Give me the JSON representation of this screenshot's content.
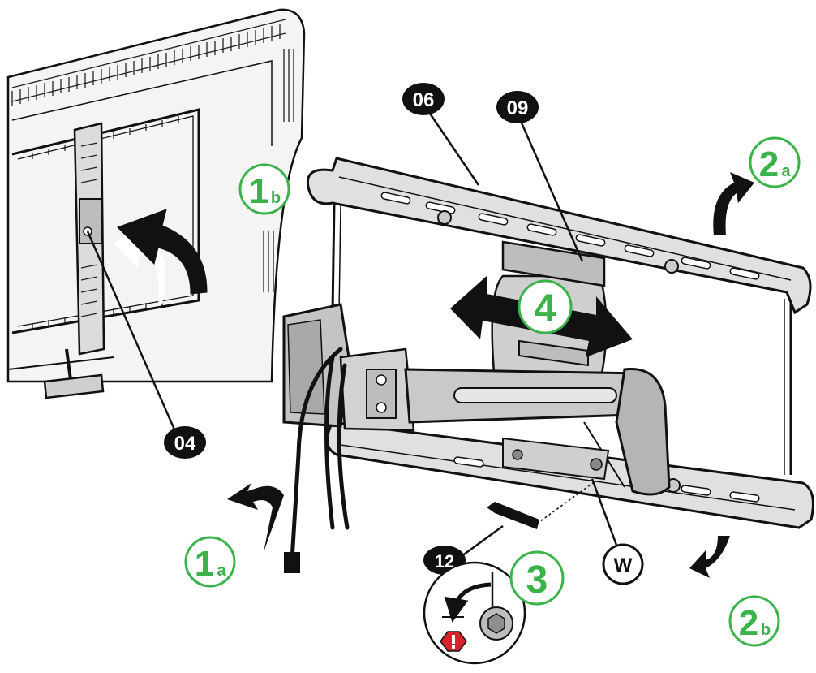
{
  "parts": {
    "p04": "04",
    "p06": "06",
    "p09": "09",
    "p12": "12",
    "pW": "W"
  },
  "steps": {
    "s1a": {
      "num": "1",
      "sub": "a"
    },
    "s1b": {
      "num": "1",
      "sub": "b"
    },
    "s2a": {
      "num": "2",
      "sub": "a"
    },
    "s2b": {
      "num": "2",
      "sub": "b"
    },
    "s3": {
      "num": "3"
    },
    "s4": {
      "num": "4"
    }
  },
  "colors": {
    "step_green": "#3bb34a",
    "part_black": "#111111",
    "warning_red": "#d8232a",
    "metal": "#b7b7b7",
    "metal_dark": "#8a8a8a"
  },
  "icons": [
    "warning-icon",
    "hex-bolt-icon",
    "rotate-arrow-icon"
  ]
}
